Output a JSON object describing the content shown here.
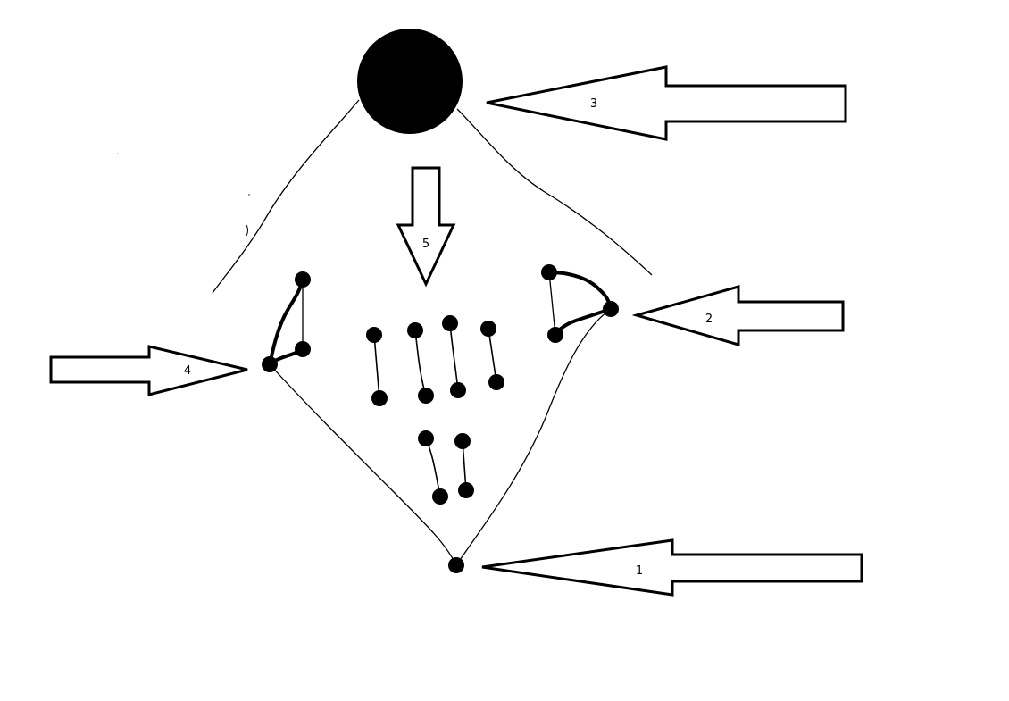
{
  "diagram": {
    "arrows": [
      {
        "id": "arrow-1",
        "label": "1"
      },
      {
        "id": "arrow-2",
        "label": "2"
      },
      {
        "id": "arrow-3",
        "label": "3"
      },
      {
        "id": "arrow-4",
        "label": "4"
      },
      {
        "id": "arrow-5",
        "label": "5"
      }
    ],
    "colors": {
      "stroke": "#000000",
      "fill": "#ffffff",
      "solid": "#000000"
    }
  }
}
